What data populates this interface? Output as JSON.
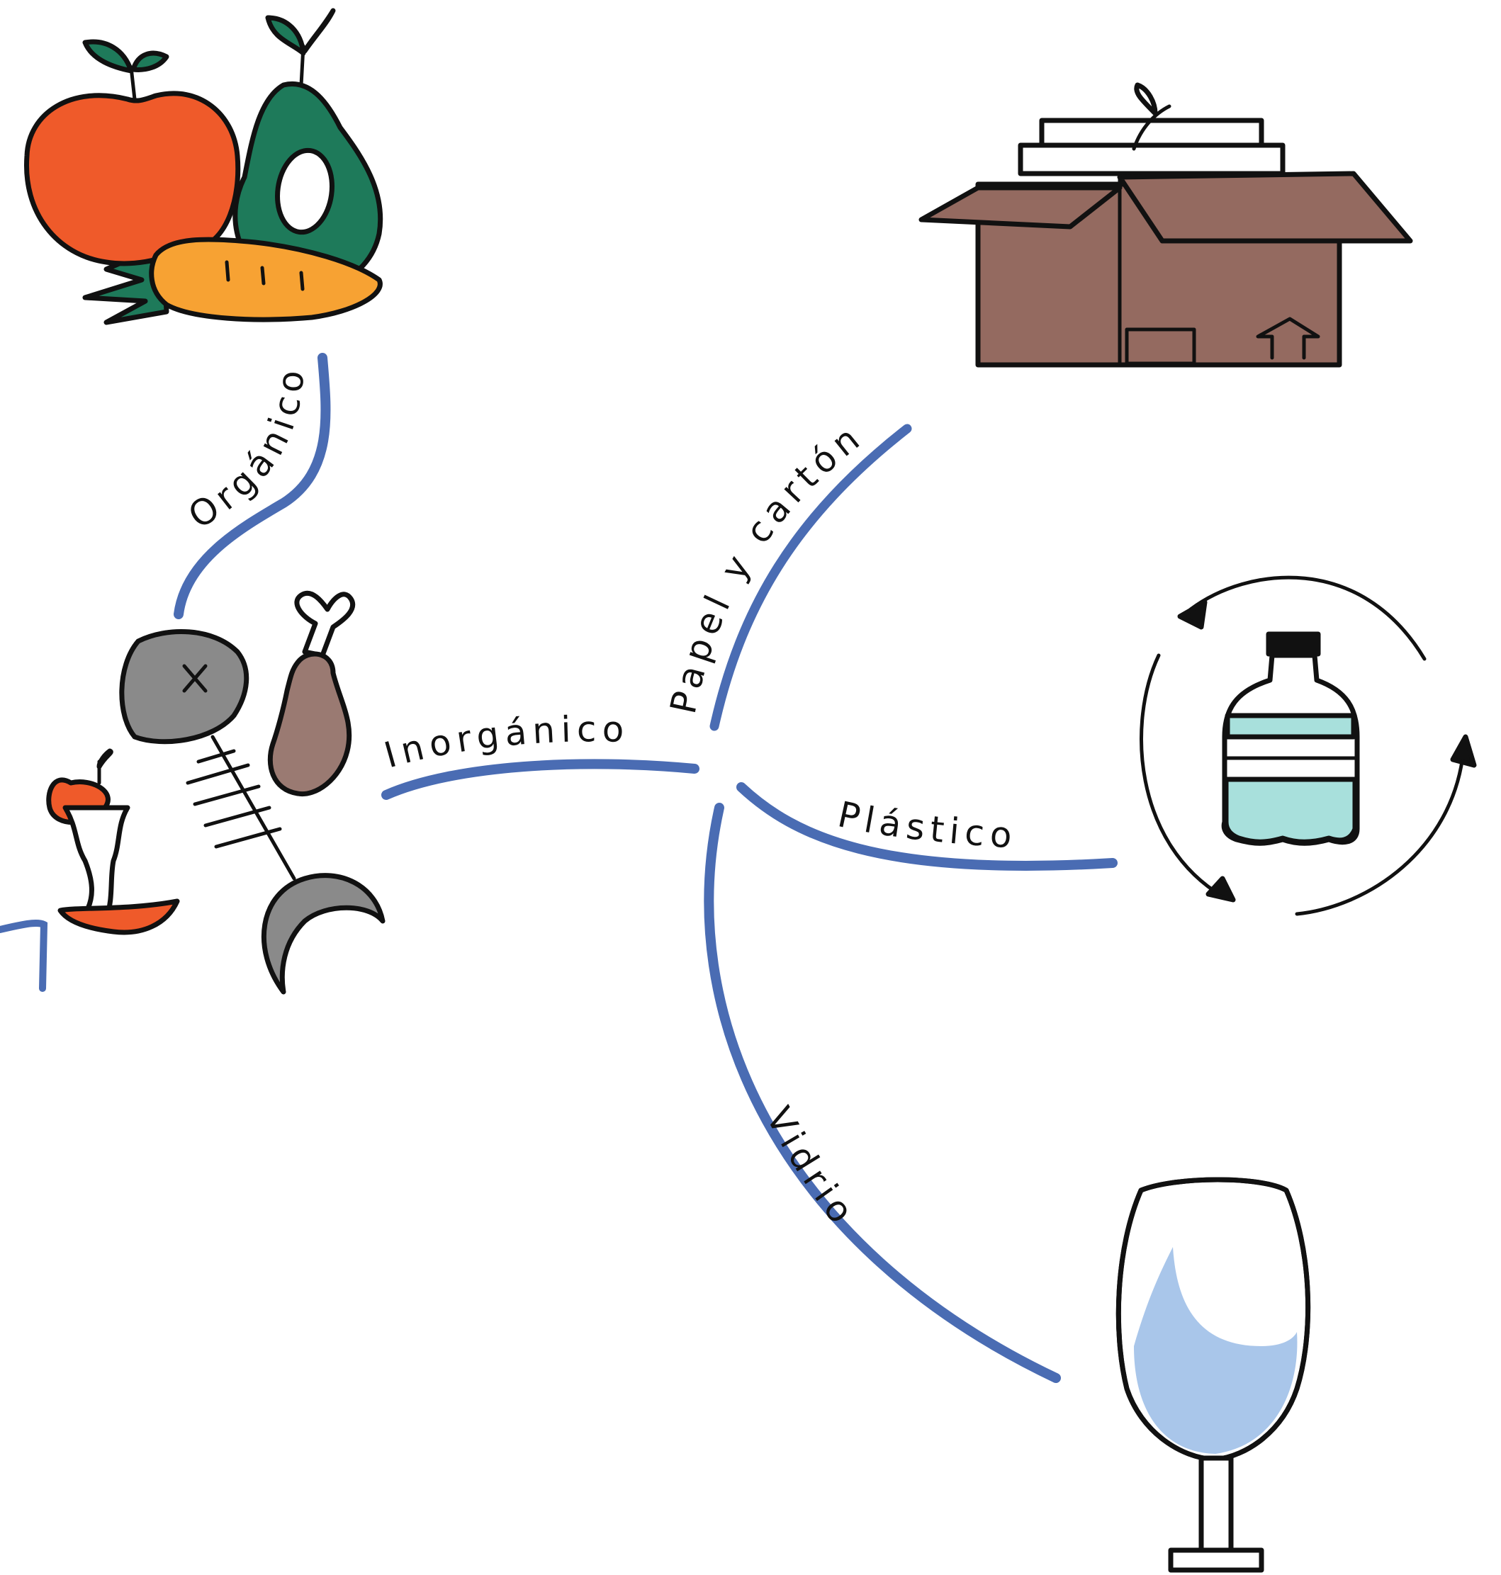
{
  "diagram": {
    "branches": {
      "organico": "Orgánico",
      "inorganico": "Inorgánico",
      "papel": "Papel y cartón",
      "plastico": "Plástico",
      "vidrio": "Vidrio"
    },
    "icons": {
      "organic_produce": "fruit-vegetable-icon",
      "food_scraps": "food-waste-icon",
      "paper_box": "cardboard-box-icon",
      "plastic_bottle": "recycle-bottle-icon",
      "glass": "wine-glass-icon"
    },
    "colors": {
      "branch": "#4a6cb3",
      "ink": "#111111",
      "apple": "#ef5a2a",
      "avocado": "#1e7a5a",
      "carrot": "#f7a233",
      "box": "#946a60",
      "fish": "#8a8a8a",
      "meat": "#9a7a72",
      "bottle_water": "#a8e0dc",
      "glass_liquid": "#a9c6ea"
    }
  }
}
